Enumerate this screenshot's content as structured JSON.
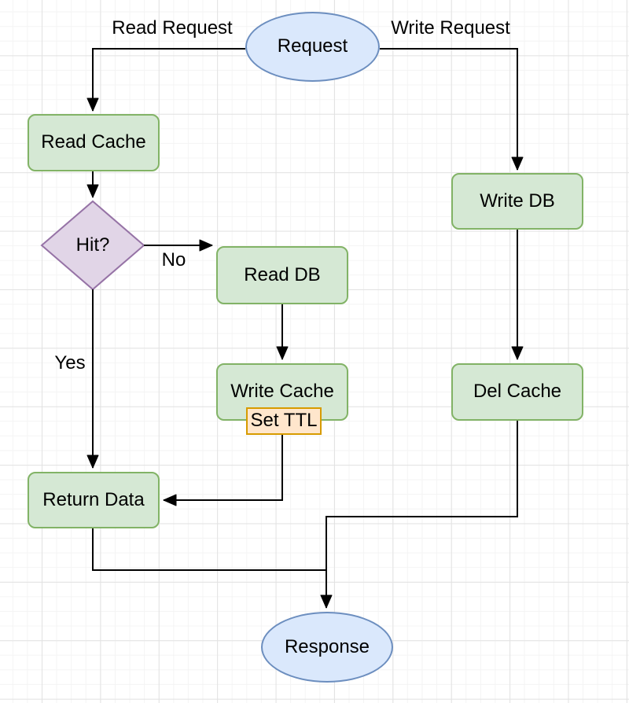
{
  "diagram": {
    "type": "flowchart",
    "nodes": {
      "request": {
        "label": "Request",
        "shape": "ellipse"
      },
      "read_cache": {
        "label": "Read Cache",
        "shape": "process"
      },
      "hit": {
        "label": "Hit?",
        "shape": "decision"
      },
      "read_db": {
        "label": "Read DB",
        "shape": "process"
      },
      "write_cache": {
        "label": "Write Cache",
        "shape": "process"
      },
      "set_ttl": {
        "label": "Set TTL",
        "shape": "note"
      },
      "return_data": {
        "label": "Return Data",
        "shape": "process"
      },
      "write_db": {
        "label": "Write DB",
        "shape": "process"
      },
      "del_cache": {
        "label": "Del Cache",
        "shape": "process"
      },
      "response": {
        "label": "Response",
        "shape": "ellipse"
      }
    },
    "edges": [
      {
        "from": "request",
        "to": "read_cache",
        "label": "Read Request"
      },
      {
        "from": "request",
        "to": "write_db",
        "label": "Write Request"
      },
      {
        "from": "read_cache",
        "to": "hit",
        "label": ""
      },
      {
        "from": "hit",
        "to": "read_db",
        "label": "No"
      },
      {
        "from": "hit",
        "to": "return_data",
        "label": "Yes"
      },
      {
        "from": "read_db",
        "to": "write_cache",
        "label": ""
      },
      {
        "from": "write_cache",
        "to": "return_data",
        "label": ""
      },
      {
        "from": "write_db",
        "to": "del_cache",
        "label": ""
      },
      {
        "from": "del_cache",
        "to": "response",
        "label": ""
      },
      {
        "from": "return_data",
        "to": "response",
        "label": ""
      }
    ],
    "colors": {
      "terminal_fill": "#dae8fc",
      "terminal_stroke": "#6c8ebf",
      "process_fill": "#d5e8d4",
      "process_stroke": "#82b366",
      "decision_fill": "#e1d5e7",
      "decision_stroke": "#9673a6",
      "note_fill": "#ffe6cc",
      "note_stroke": "#d79b00",
      "connector": "#000000",
      "grid_major": "#e2e2e2",
      "grid_minor": "#f4f4f4",
      "background": "#ffffff"
    }
  }
}
